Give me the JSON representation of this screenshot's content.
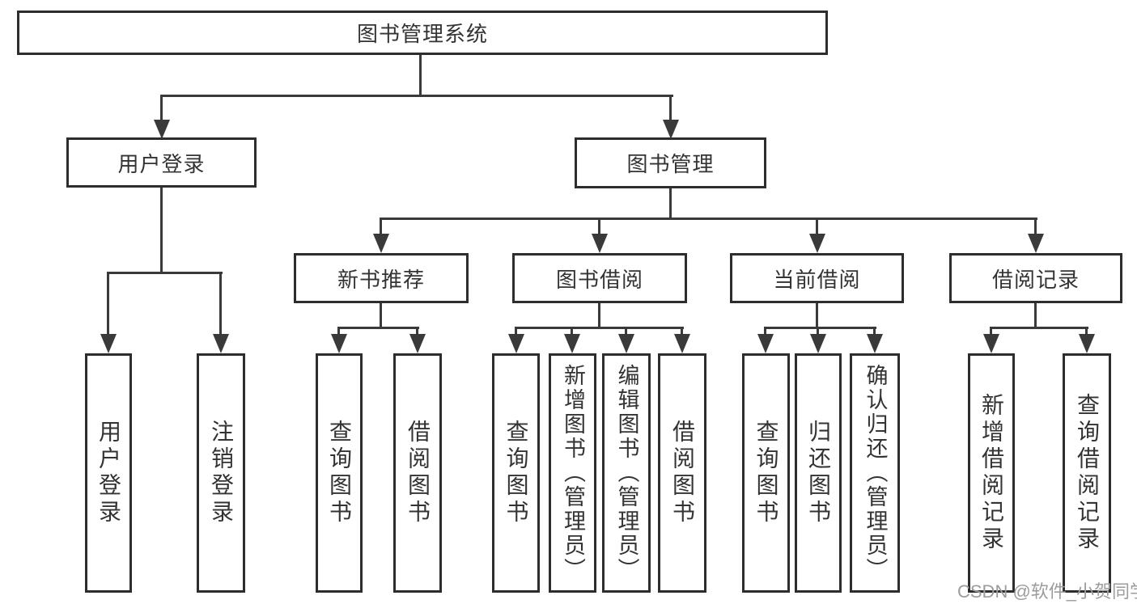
{
  "diagram": {
    "root_label": "图书管理系统",
    "branches": [
      {
        "label": "用户登录",
        "children": [
          {
            "label": "用户登录"
          },
          {
            "label": "注销登录"
          }
        ]
      },
      {
        "label": "图书管理",
        "children": [
          {
            "label": "新书推荐",
            "children": [
              {
                "label": "查询图书"
              },
              {
                "label": "借阅图书"
              }
            ]
          },
          {
            "label": "图书借阅",
            "children": [
              {
                "label": "查询图书"
              },
              {
                "label": "新增图书（管理员）"
              },
              {
                "label": "编辑图书（管理员）"
              },
              {
                "label": "借阅图书"
              }
            ]
          },
          {
            "label": "当前借阅",
            "children": [
              {
                "label": "查询图书"
              },
              {
                "label": "归还图书"
              },
              {
                "label": "确认归还（管理员）"
              }
            ]
          },
          {
            "label": "借阅记录",
            "children": [
              {
                "label": "新增借阅记录"
              },
              {
                "label": "查询借阅记录"
              }
            ]
          }
        ]
      }
    ]
  },
  "watermark": {
    "text": "CSDN @软件_小贺同学"
  },
  "colors": {
    "box_border": "#2d2d2d",
    "connector_line": "#3a3a3a",
    "text": "#333333",
    "watermark": "#9c9c9c",
    "background": "#ffffff"
  }
}
